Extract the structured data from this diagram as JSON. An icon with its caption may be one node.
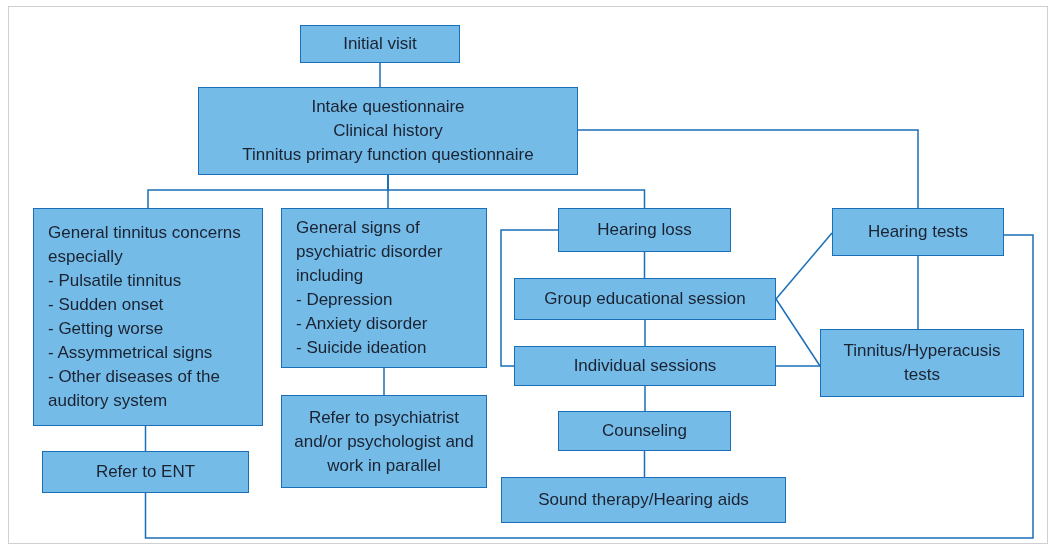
{
  "diagram": {
    "nodes": [
      {
        "text": [
          "Initial visit"
        ]
      },
      {
        "text": [
          "Intake questionnaire",
          "Clinical history",
          "Tinnitus primary function questionnaire"
        ]
      },
      {
        "text": [
          "General tinnitus concerns especially",
          "- Pulsatile tinnitus",
          "- Sudden onset",
          "- Getting worse",
          "- Assymmetrical signs",
          "- Other diseases of the auditory system"
        ]
      },
      {
        "text": [
          "General signs of psychiatric disorder including",
          "- Depression",
          "- Anxiety disorder",
          "- Suicide ideation"
        ]
      },
      {
        "text": [
          "Hearing loss"
        ]
      },
      {
        "text": [
          "Hearing tests"
        ]
      },
      {
        "text": [
          "Group educational session"
        ]
      },
      {
        "text": [
          "Refer to ENT"
        ]
      },
      {
        "text": [
          "Refer to psychiatrist and/or psychologist and work in parallel"
        ]
      },
      {
        "text": [
          "Individual sessions"
        ]
      },
      {
        "text": [
          "Tinnitus/Hyperacusis tests"
        ]
      },
      {
        "text": [
          "Counseling"
        ]
      },
      {
        "text": [
          "Sound therapy/Hearing aids"
        ]
      }
    ],
    "edges": [
      {
        "from": 0,
        "to": 1,
        "arrow": "none"
      },
      {
        "from": 1,
        "to": 2,
        "arrow": "none"
      },
      {
        "from": 1,
        "to": 3,
        "arrow": "none"
      },
      {
        "from": 1,
        "to": 4,
        "arrow": "none"
      },
      {
        "from": 1,
        "to": 5,
        "arrow": "none"
      },
      {
        "from": 2,
        "to": 7,
        "arrow": "none"
      },
      {
        "from": 3,
        "to": 8,
        "arrow": "none"
      },
      {
        "from": 4,
        "to": 6,
        "arrow": "none"
      },
      {
        "from": 4,
        "to": 9,
        "arrow": "none"
      },
      {
        "from": 6,
        "to": 9,
        "arrow": "none"
      },
      {
        "from": 6,
        "to": 5,
        "arrow": "none"
      },
      {
        "from": 6,
        "to": 10,
        "arrow": "none"
      },
      {
        "from": 9,
        "to": 10,
        "arrow": "none"
      },
      {
        "from": 5,
        "to": 10,
        "arrow": "none"
      },
      {
        "from": 9,
        "to": 11,
        "arrow": "none"
      },
      {
        "from": 11,
        "to": 12,
        "arrow": "none"
      },
      {
        "from": 5,
        "to": 7,
        "arrow": "none"
      }
    ]
  }
}
